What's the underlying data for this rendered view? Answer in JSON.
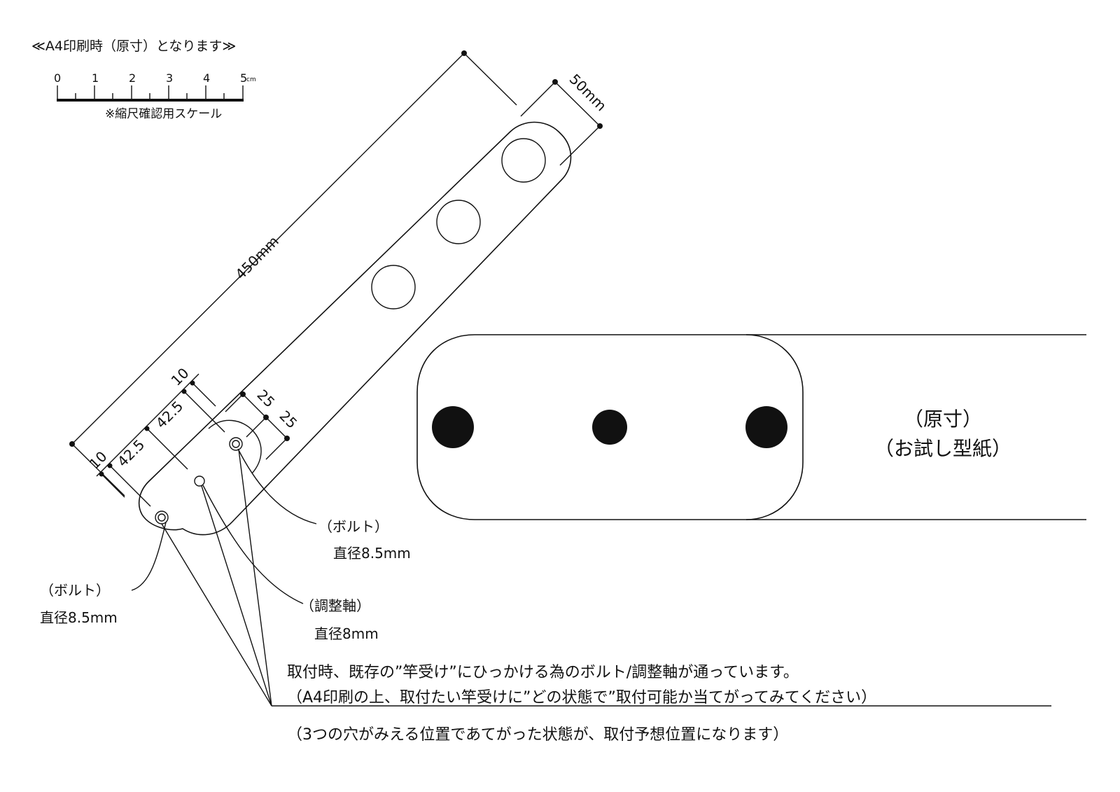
{
  "scale": {
    "title": "≪A4印刷時（原寸）となります≫",
    "ticks": [
      "0",
      "1",
      "2",
      "3",
      "4",
      "5"
    ],
    "unit": "cm",
    "note": "※縮尺確認用スケール"
  },
  "dimensions": {
    "length": "450mm",
    "width": "50mm",
    "d10a": "10",
    "d42a": "42.5",
    "d42b": "42.5",
    "d10b": "10",
    "d25a": "25",
    "d25b": "25"
  },
  "callouts": {
    "bolt_right_name": "（ボルト）",
    "bolt_right_size": "直径8.5mm",
    "bolt_left_name": "（ボルト）",
    "bolt_left_size": "直径8.5mm",
    "shaft_name": "（調整軸）",
    "shaft_size": "直径8mm"
  },
  "template": {
    "line1": "（原寸）",
    "line2": "（お試し型紙）"
  },
  "instructions": {
    "line1": "取付時、既存の”竿受け”にひっかける為のボルト/調整軸が通っています。",
    "line2": "（A4印刷の上、取付たい竿受けに”どの状態で”取付可能か当てがってみてください）",
    "line3": "（3つの穴がみえる位置であてがった状態が、取付予想位置になります）"
  }
}
